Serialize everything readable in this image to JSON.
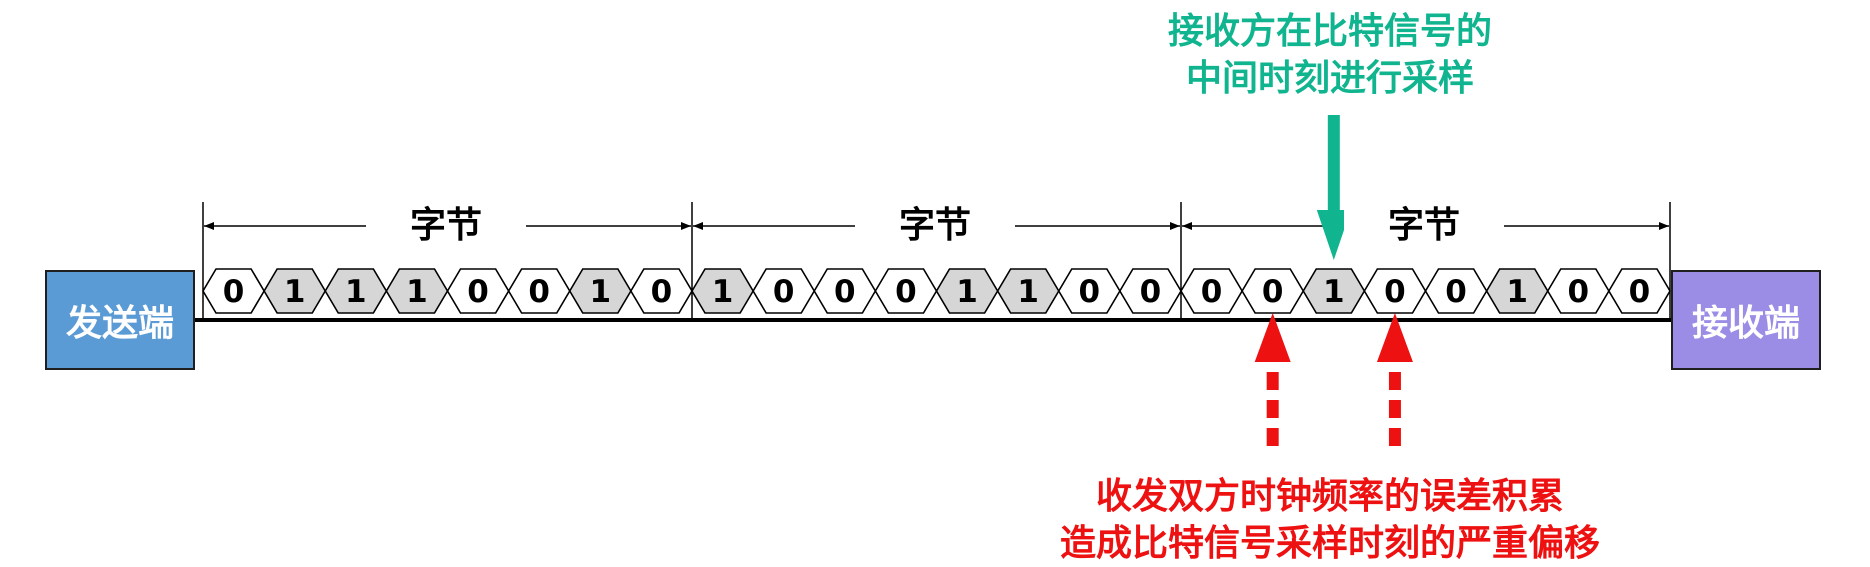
{
  "sender_label": "发送端",
  "receiver_label": "接收端",
  "byte_label": "字节",
  "bytes": [
    {
      "label": "字节",
      "bits": [
        "0",
        "1",
        "1",
        "1",
        "0",
        "0",
        "1",
        "0"
      ]
    },
    {
      "label": "字节",
      "bits": [
        "1",
        "0",
        "0",
        "0",
        "1",
        "1",
        "0",
        "0"
      ]
    },
    {
      "label": "字节",
      "bits": [
        "0",
        "0",
        "1",
        "0",
        "0",
        "1",
        "0",
        "0"
      ]
    }
  ],
  "sampling_note": [
    "接收方在比特信号的",
    "中间时刻进行采样"
  ],
  "drift_note": [
    "收发双方时钟频率的误差积累",
    "造成比特信号采样时刻的严重偏移"
  ],
  "colors": {
    "sender_fill": "#5b9bd5",
    "receiver_fill": "#9b8de6",
    "bit_one_fill": "#d6d6d6",
    "bit_zero_fill": "#ffffff",
    "sampling_arrow": "#10b48f",
    "drift_arrow": "#ee1111"
  }
}
